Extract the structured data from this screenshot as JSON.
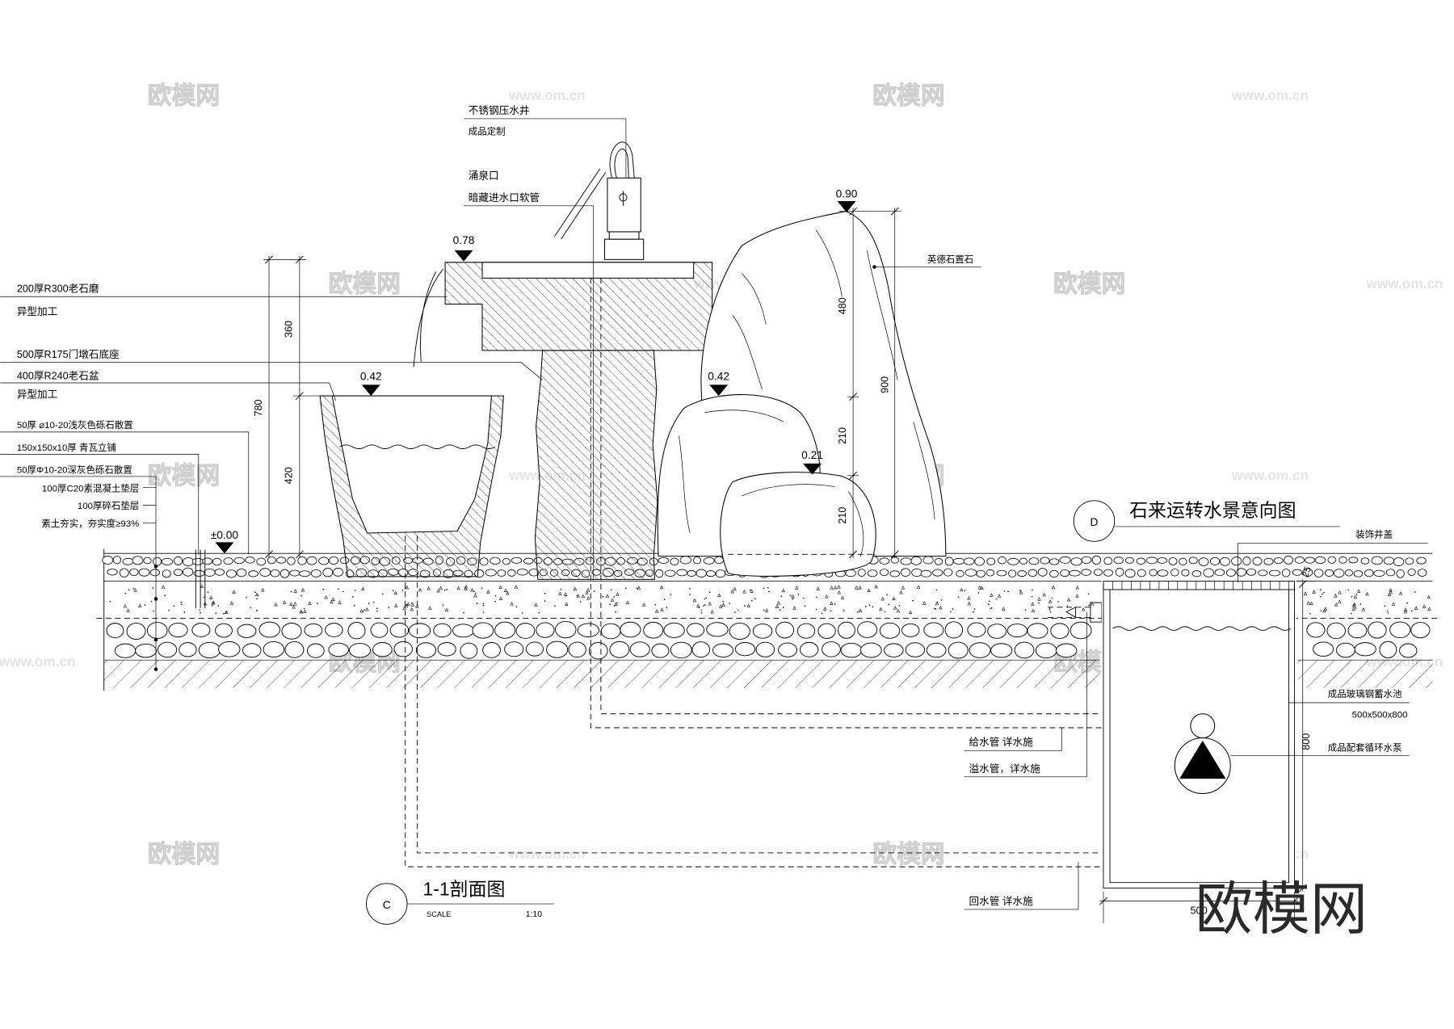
{
  "title": {
    "circle": "C",
    "name": "1-1剖面图",
    "scale_label": "SCALE",
    "scale_value": "1:10"
  },
  "reference": {
    "circle": "D",
    "name": "石来运转水景意向图"
  },
  "left_labels": {
    "mill": "200厚R300老石磨",
    "mill_note": "异型加工",
    "base": "500厚R175门墩石底座",
    "basin": "400厚R240老石盆",
    "basin_note": "异型加工",
    "gravel_light": "50厚 ⌀10-20浅灰色砾石散置",
    "tile": "150x150x10厚 青瓦立铺",
    "gravel_dark": "50厚Φ10-20深灰色砾石散置",
    "concrete": "100厚C20素混凝土垫层",
    "crushed": "100厚碎石垫层",
    "soil": "素土夯实，夯实度≥93%"
  },
  "top_labels": {
    "well": "不锈钢压水井",
    "well_note": "成品定制",
    "spring": "涌泉口",
    "spring_note": "暗藏进水口软管",
    "rock": "英德石置石"
  },
  "levels": {
    "ground": "±0.00",
    "mill": "0.78",
    "basin": "0.42",
    "rock_mid": "0.42",
    "rock_low": "0.21",
    "rock_top": "0.90"
  },
  "dimensions": {
    "mill_height": "360",
    "total_height": "780",
    "basin_height": "420",
    "rock_upper": "480",
    "rock_middle": "210",
    "rock_lower": "210",
    "rock_total": "900",
    "tank_depth": "800",
    "tank_width": "500",
    "cover_offset": "25"
  },
  "right_labels": {
    "cover": "装饰井盖",
    "tank": "成品玻璃钢蓄水池",
    "tank_size": "500x500x800",
    "pump": "成品配套循环水泵",
    "supply": "给水管 详水施",
    "overflow": "溢水管，详水施",
    "return": "回水管 详水施"
  },
  "watermark": {
    "brand": "欧模网",
    "url": "www.om.cn"
  }
}
